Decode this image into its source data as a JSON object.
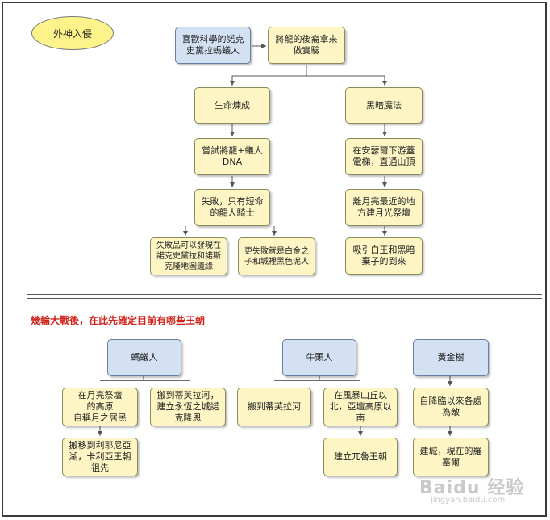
{
  "top": {
    "oval": "外神入侵",
    "scientist": "喜歡科學的諾克\n史黛拉螞蟻人",
    "experiment": "將龍的後裔拿來\n做實驗",
    "branch_left": {
      "title": "生命煉成",
      "step1": "嘗試將龍+蟻人\nDNA",
      "step2": "失敗，只有短命\n的龍人騎士",
      "note_a": "失敗品可以發現在\n諾克史黛拉和諾斯\n克隆地圖遺緣",
      "note_b": "更失敗就是白金之\n子和城裡黑色泥人"
    },
    "branch_right": {
      "title": "黑暗魔法",
      "step1": "在安瑟爾下游蓋\n電梯，直通山頂",
      "step2": "離月亮最近的地\n方建月光祭壇",
      "step3": "吸引白王和黑暗\n棄子的到來"
    }
  },
  "section_title": "幾輪大戰後，在此先確定目前有哪些王朝",
  "bottom": {
    "col1": {
      "head": "螞蟻人",
      "a": "在月亮祭壇\n的高原\n自稱月之居民",
      "b": "搬到蒂芙拉河，\n建立永恆之城諾\n克隆恩",
      "c": "搬移到利耶尼亞\n湖，卡利亞王朝\n祖先"
    },
    "col2": {
      "head": "牛頭人",
      "a": "搬到蒂芙拉河",
      "b": "在風暴山丘以\n北，亞壇高原以\n南",
      "c": "建立兀魯王朝"
    },
    "col3": {
      "head": "黃金樹",
      "a": "自降臨以來各處\n為敵",
      "b": "建城，現在的羅\n塞爾"
    }
  },
  "watermark": "Baidu 经验",
  "watermark_url": "jingyan.baidu.com",
  "colors": {
    "yellow_box": "#fdf5c4",
    "blue_box": "#d3e1f3",
    "oval": "#fdf38a",
    "section_title": "#d0231b"
  }
}
